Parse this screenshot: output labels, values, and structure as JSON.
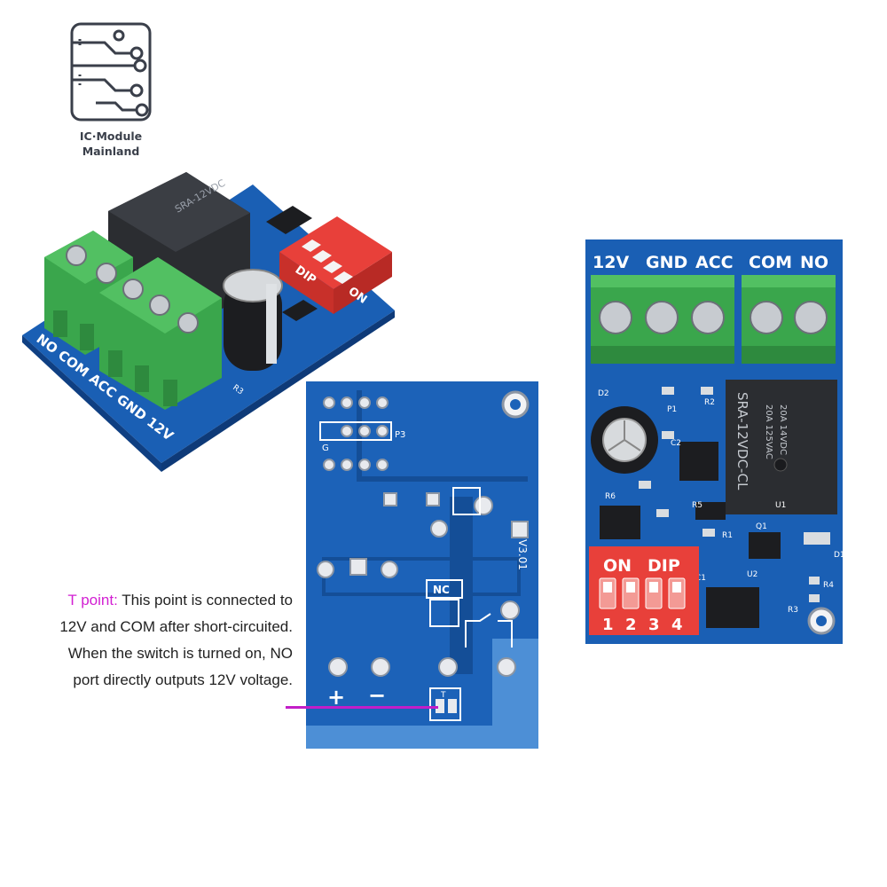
{
  "logo": {
    "icon": "circuit-board-icon",
    "line1": "IC·Module",
    "line2": "Mainland"
  },
  "caption": {
    "highlight": "T point:",
    "line1": "This point is connected to",
    "line2": "12V and COM after short-circuited.",
    "line3": "When the switch is turned on, NO",
    "line4": "port directly outputs 12V voltage."
  },
  "colors": {
    "pcb": "#1a5fb4",
    "pcb_dark": "#124a94",
    "terminal": "#3aa64c",
    "dip": "#e8403a",
    "relay": "#2b2d31",
    "caption_highlight": "#d21fd2"
  },
  "left_board": {
    "terminal_labels": "NO COM ACC GND 12V",
    "relay_text": "SRA-12VDC",
    "dip_label": "DIP",
    "dip_on": "ON",
    "ref_r3": "R3"
  },
  "back_board": {
    "header_label": "P3",
    "header_g": "G",
    "version": "V3.01",
    "nc_label": "NC",
    "plus": "+",
    "minus": "−",
    "t_label": "T"
  },
  "right_board": {
    "terminal_labels": [
      "12V",
      "GND",
      "ACC",
      "COM",
      "NO"
    ],
    "relay_lines": [
      "20A 14VDC",
      "20A 125VAC",
      "SRA-12VDC-CL"
    ],
    "dip_on": "ON",
    "dip_label": "DIP",
    "dip_numbers": [
      "1",
      "2",
      "3",
      "4"
    ],
    "refs": [
      "D2",
      "P1",
      "R2",
      "C2",
      "R6",
      "R1",
      "Q1",
      "D1",
      "C1",
      "U2",
      "R4",
      "R3",
      "R5",
      "U1"
    ]
  }
}
